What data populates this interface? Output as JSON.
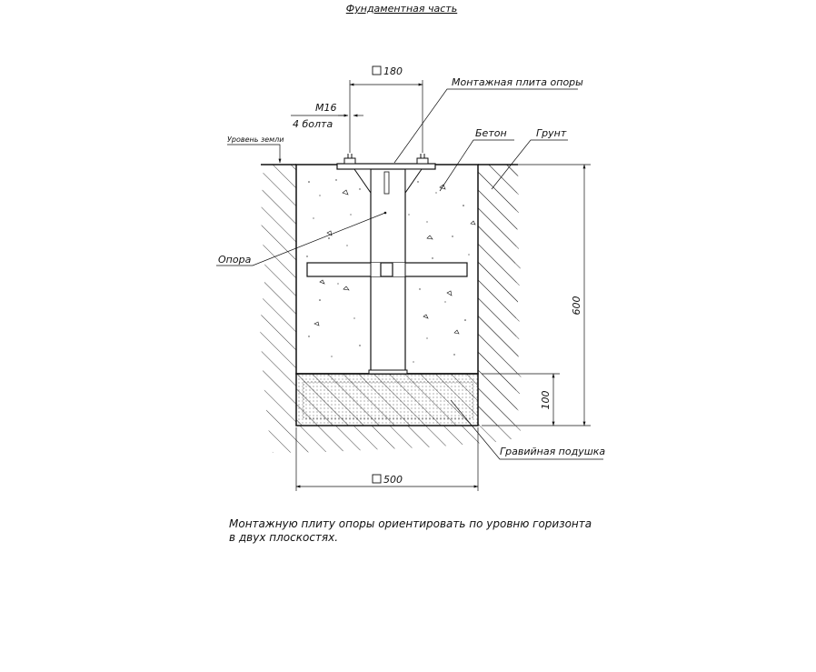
{
  "drawing": {
    "title": "Фундаментная часть",
    "labels": {
      "mounting_plate": "Монтажная плита опоры",
      "bolt_size": "М16",
      "bolt_count": "4 болта",
      "ground_level": "Уровень земли",
      "concrete": "Бетон",
      "soil": "Грунт",
      "support": "Опора",
      "gravel_bed": "Гравийная подушка"
    },
    "dimensions": {
      "plate_size": "180",
      "pit_width": "500",
      "depth_total": "600",
      "gravel_height": "100"
    },
    "note_line1": "Монтажную плиту опоры ориентировать по уровню горизонта",
    "note_line2": "в двух плоскостях.",
    "colors": {
      "line": "#111111",
      "background": "#ffffff"
    }
  }
}
